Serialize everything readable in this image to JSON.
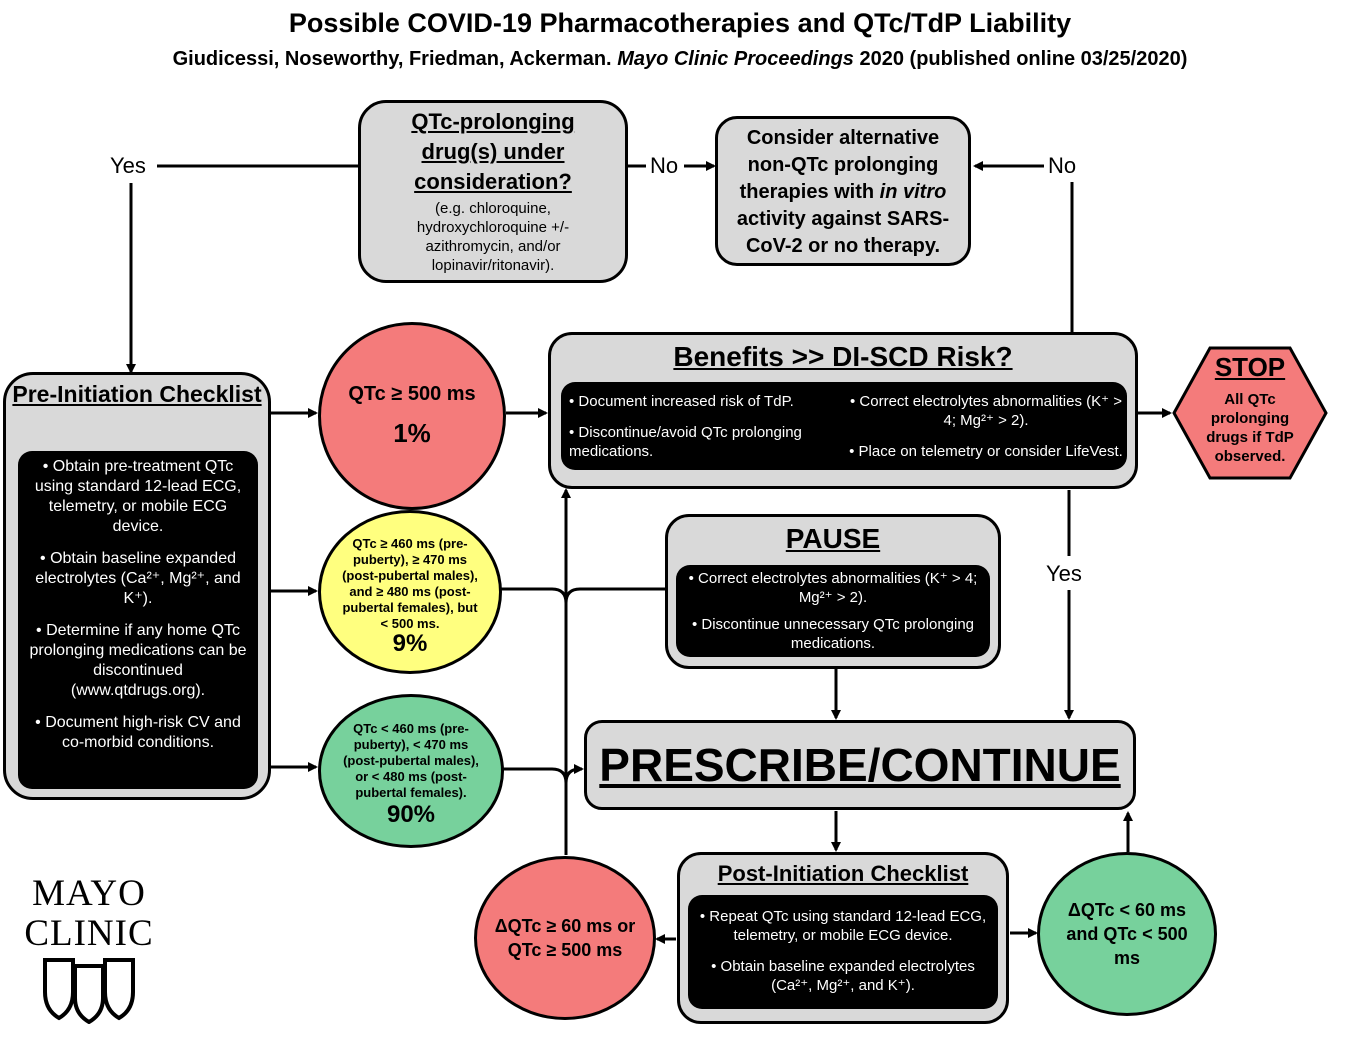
{
  "title": "Possible COVID-19 Pharmacotherapies and QTc/TdP Liability",
  "subtitle_main": "Giudicessi, Noseworthy, Friedman, Ackerman. ",
  "subtitle_journal": "Mayo Clinic Proceedings",
  "subtitle_tail": " 2020 (published online 03/25/2020)",
  "question": {
    "heading": "QTc-prolonging drug(s) under consideration?",
    "examples": "(e.g. chloroquine, hydroxychloroquine +/- azithromycin, and/or lopinavir/ritonavir)."
  },
  "labels": {
    "yes": "Yes",
    "no": "No"
  },
  "alternative": {
    "text_a": "Consider alternative non-QTc prolonging therapies with ",
    "text_italic": "in vitro",
    "text_b": " activity against SARS-CoV-2 or no therapy."
  },
  "pre_checklist": {
    "heading": "Pre-Initiation Checklist",
    "items": [
      "• Obtain pre-treatment QTc using standard 12-lead ECG, telemetry, or mobile ECG device.",
      "• Obtain baseline expanded electrolytes (Ca²⁺, Mg²⁺, and K⁺).",
      "• Determine if any home QTc prolonging medications can be discontinued (www.qtdrugs.org).",
      "• Document high-risk CV and co-morbid conditions."
    ]
  },
  "circle_high": {
    "text": "QTc ≥ 500 ms",
    "pct": "1%",
    "color": "#f47b7b"
  },
  "circle_mid": {
    "text": "QTc ≥ 460 ms (pre-puberty), ≥ 470 ms (post-pubertal males), and ≥ 480 ms (post-pubertal females), but < 500 ms.",
    "pct": "9%",
    "color": "#ffff7f"
  },
  "circle_low": {
    "text": "QTc < 460 ms (pre-puberty), < 470 ms (post-pubertal males), or  < 480 ms (post-pubertal females).",
    "pct": "90%",
    "color": "#77d19c"
  },
  "benefits": {
    "heading": "Benefits >> DI-SCD Risk?",
    "left": [
      "• Document increased risk of TdP.",
      "• Discontinue/avoid QTc prolonging medications."
    ],
    "right": [
      "• Correct electrolytes abnormalities (K⁺ > 4; Mg²⁺ > 2).",
      "• Place on telemetry or consider LifeVest."
    ]
  },
  "stop": {
    "heading": "STOP",
    "text": "All QTc prolonging drugs if TdP observed.",
    "color": "#f47b7b"
  },
  "pause": {
    "heading": "PAUSE",
    "items": [
      "• Correct electrolytes abnormalities (K⁺ > 4; Mg²⁺ > 2).",
      "• Discontinue unnecessary QTc prolonging medications."
    ]
  },
  "prescribe": {
    "heading": "PRESCRIBE/CONTINUE"
  },
  "post_checklist": {
    "heading": "Post-Initiation Checklist",
    "items": [
      "• Repeat QTc using standard 12-lead ECG, telemetry, or mobile ECG device.",
      "• Obtain baseline expanded electrolytes (Ca²⁺, Mg²⁺, and K⁺)."
    ]
  },
  "delta_high": {
    "text": "ΔQTc ≥ 60 ms or QTc ≥ 500 ms",
    "color": "#f47b7b"
  },
  "delta_low": {
    "text": "ΔQTc < 60 ms and QTc < 500 ms",
    "color": "#77d19c"
  },
  "logo": {
    "line1": "MAYO",
    "line2": "CLINIC"
  }
}
